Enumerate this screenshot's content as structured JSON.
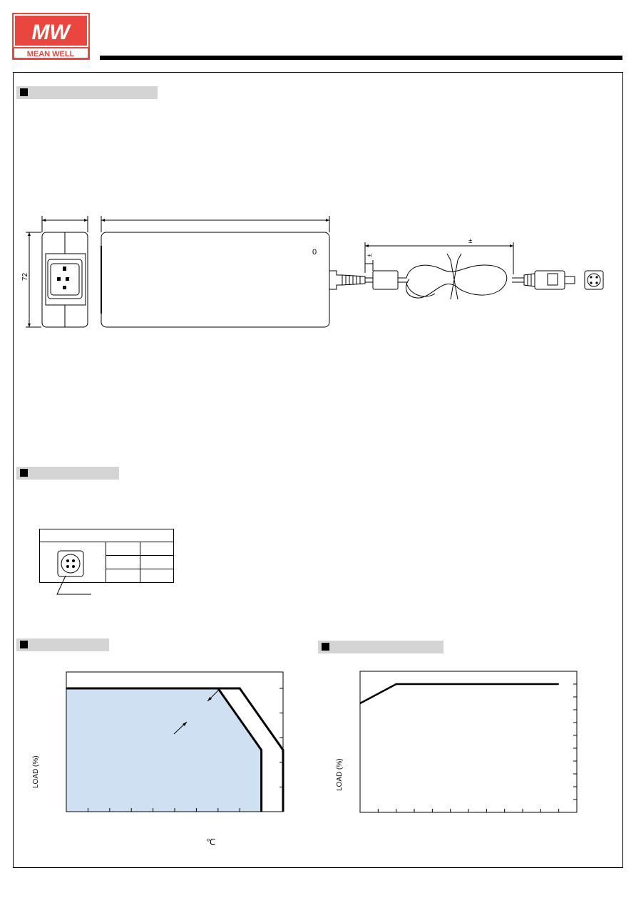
{
  "brand": {
    "logo_text": "MEAN WELL",
    "logo_mark": "MW",
    "logo_color": "#e8463f"
  },
  "sections": {
    "mechanical": {
      "title": ""
    },
    "plug": {
      "title": ""
    },
    "derating": {
      "title": ""
    },
    "static": {
      "title": ""
    }
  },
  "mechanical": {
    "dim_height": "72",
    "zero_mark": "0",
    "pm_long": "±",
    "pm_short": "±"
  },
  "plug_table": {
    "header": "",
    "col1": "",
    "col2": ""
  },
  "derating_chart": {
    "ylabel": "LOAD (%)",
    "xunit": "℃"
  },
  "static_chart": {
    "ylabel": "LOAD (%)"
  },
  "chart_data": [
    {
      "type": "line",
      "ylabel": "LOAD (%)",
      "xlabel": "℃",
      "series": [
        {
          "values": [
            [
              0,
              100
            ],
            [
              40,
              100
            ],
            [
              60,
              50
            ],
            [
              60,
              0
            ]
          ]
        },
        {
          "values": [
            [
              0,
              100
            ],
            [
              50,
              100
            ],
            [
              70,
              50
            ],
            [
              70,
              0
            ]
          ]
        }
      ],
      "xlim": [
        -30,
        70
      ],
      "ylim": [
        0,
        100
      ],
      "grid": false
    },
    {
      "type": "line",
      "ylabel": "LOAD (%)",
      "series": [
        {
          "values": [
            [
              0,
              85
            ],
            [
              2,
              100
            ],
            [
              11,
              100
            ]
          ]
        }
      ],
      "xlim": [
        0,
        12
      ],
      "ylim": [
        0,
        110
      ],
      "grid": false
    }
  ],
  "colors": {
    "section_bar": "#d4d4d4",
    "derating_fill": "#cfe0f3",
    "line": "#000000"
  }
}
